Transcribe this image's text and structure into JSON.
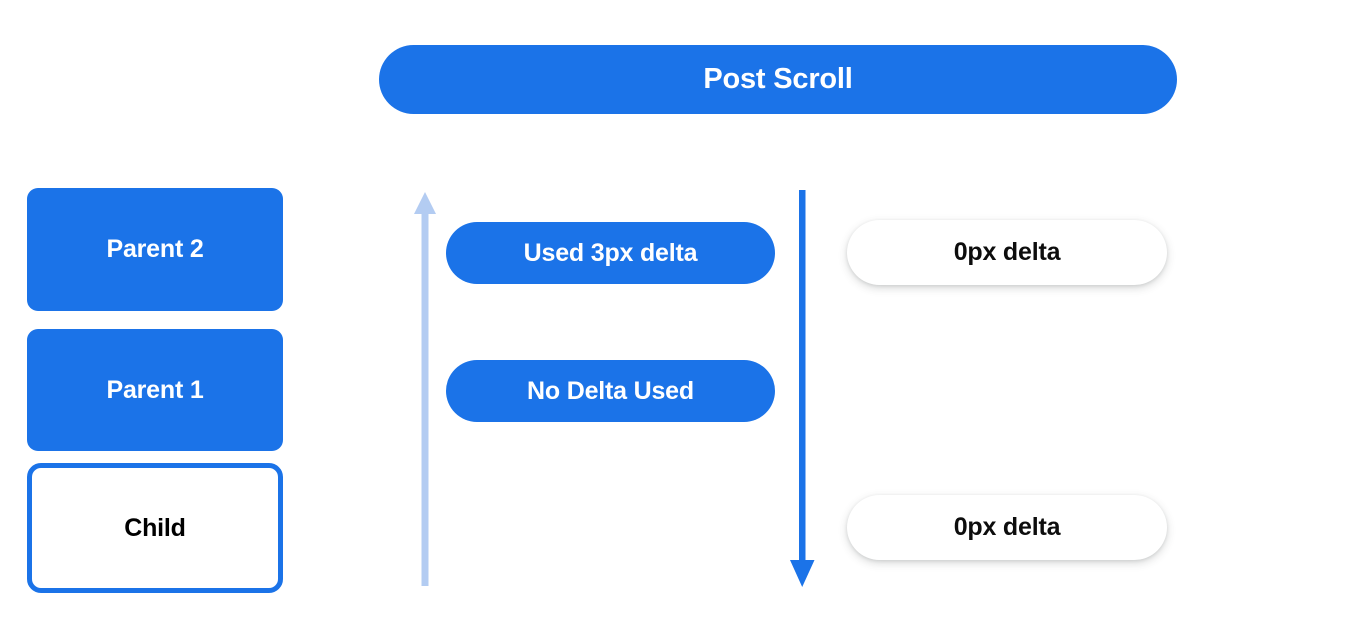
{
  "header": {
    "title": "Post Scroll"
  },
  "colors": {
    "primary_blue": "#1b73e8",
    "light_blue": "#b3ccf2",
    "white": "#ffffff",
    "text_black": "#000000"
  },
  "left_stack": {
    "boxes": [
      {
        "label": "Parent 2",
        "style": "filled"
      },
      {
        "label": "Parent 1",
        "style": "filled"
      },
      {
        "label": "Child",
        "style": "outlined"
      }
    ]
  },
  "arrows": [
    {
      "name": "scroll-up-arrow",
      "direction": "up",
      "color": "#b3ccf2"
    },
    {
      "name": "scroll-down-arrow",
      "direction": "down",
      "color": "#1b73e8"
    }
  ],
  "middle_pills": [
    {
      "label": "Used 3px delta"
    },
    {
      "label": "No Delta Used"
    }
  ],
  "right_pills": [
    {
      "label": "0px delta"
    },
    {
      "label": "0px delta"
    }
  ]
}
